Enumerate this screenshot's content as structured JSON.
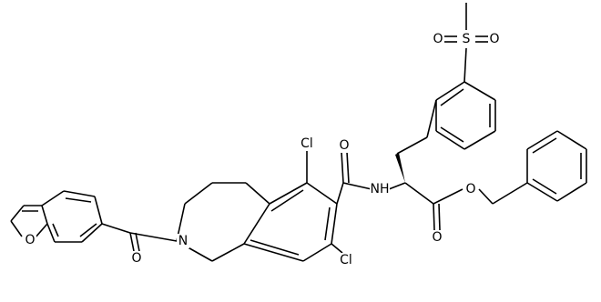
{
  "atom_labels": {
    "o_furan": "O",
    "o_ketone": "O",
    "n_ring": "N",
    "cl_top": "Cl",
    "cl_bottom": "Cl",
    "o_amide": "O",
    "nh_amide": "NH",
    "o_ester_carbonyl": "O",
    "o_ester": "O",
    "s_sulfone": "S",
    "o_sulfone_left": "O",
    "o_sulfone_right": "O"
  },
  "colors": {
    "bond": "#000000",
    "label": "#000000",
    "background": "#ffffff"
  }
}
